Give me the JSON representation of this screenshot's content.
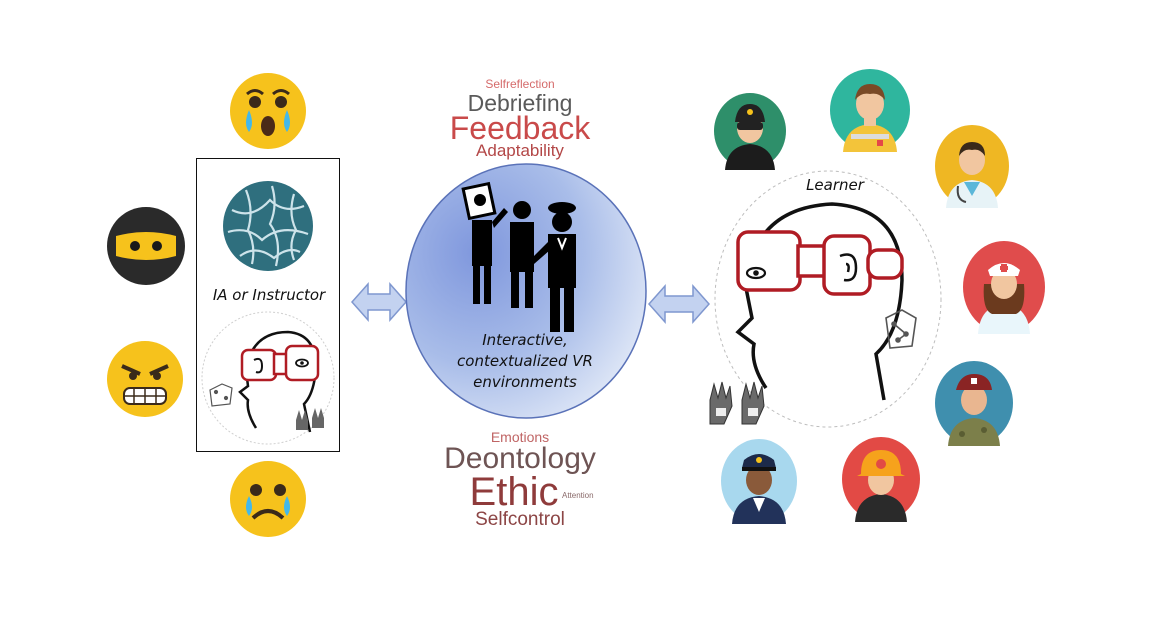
{
  "cloud_top": {
    "w1": "Selfreflection",
    "w2": "Debriefing",
    "w3": "Feedback",
    "w4": "Adaptability"
  },
  "cloud_bottom": {
    "w1": "Emotions",
    "w2": "Deontology",
    "w3": "Ethic",
    "w4": "Attention",
    "w5": "Selfcontrol"
  },
  "left_panel": {
    "label": "IA or Instructor"
  },
  "center": {
    "line1": "Interactive,",
    "line2": "contextualized VR",
    "line3": "environments"
  },
  "right": {
    "label": "Learner"
  },
  "colors": {
    "emoji_yellow": "#f6c21c",
    "globe_teal": "#2f6f7e",
    "center_blue": "#8fa6e0",
    "headset_red": "#b01c24",
    "arrow_blue": "#9db4e4"
  }
}
